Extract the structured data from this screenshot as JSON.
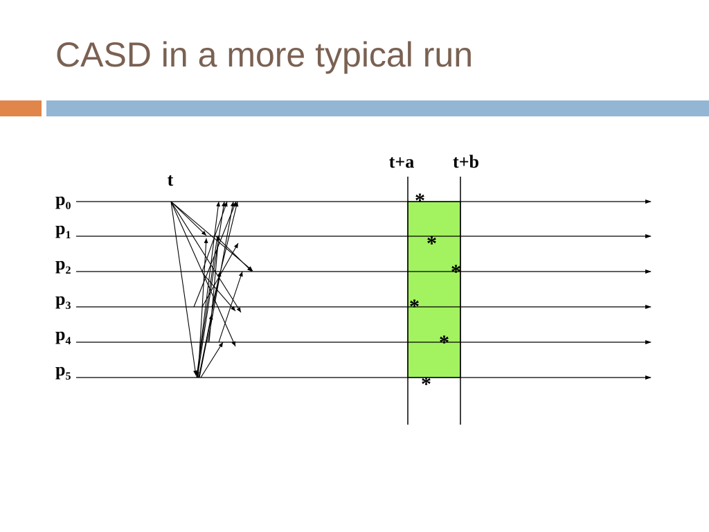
{
  "slide": {
    "title": "CASD in a more typical run"
  },
  "diagram": {
    "processes": [
      {
        "name": "p",
        "sub": "0"
      },
      {
        "name": "p",
        "sub": "1"
      },
      {
        "name": "p",
        "sub": "2"
      },
      {
        "name": "p",
        "sub": "3"
      },
      {
        "name": "p",
        "sub": "4"
      },
      {
        "name": "p",
        "sub": "5"
      }
    ],
    "time_label": "t",
    "interval_labels": {
      "start": "t+a",
      "end": "t+b"
    },
    "marker": "*",
    "colors": {
      "title": "#7a6152",
      "accent_orange": "#e0864a",
      "accent_blue": "#93b6d4",
      "interval_fill": "#a3f260"
    }
  }
}
